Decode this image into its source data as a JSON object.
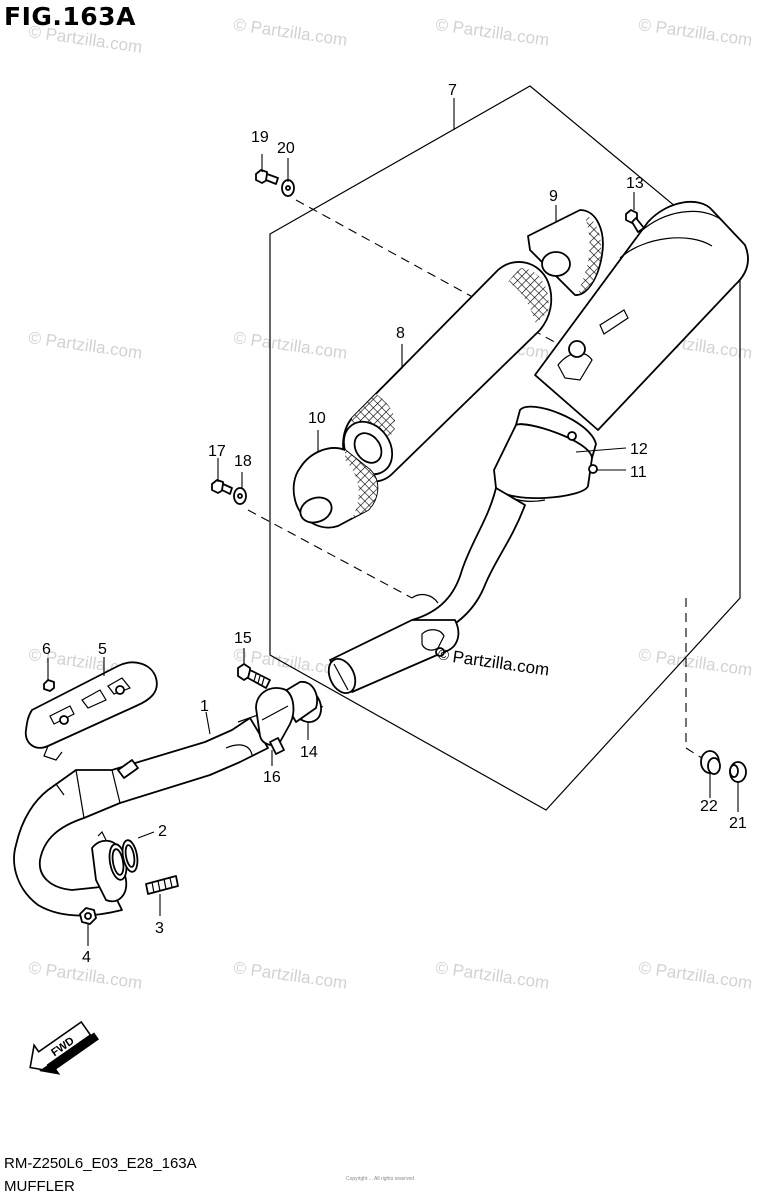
{
  "header": {
    "figure": "FIG.163A"
  },
  "footer": {
    "code": "RM-Z250L6_E03_E28_163A",
    "name": "MUFFLER",
    "copyright": "Copyright ... All rights reserved"
  },
  "watermark": {
    "text": "© Partzilla.com",
    "color": "#d2d2d2"
  },
  "inline_brand": "Partzilla.com",
  "callouts": {
    "c1": "1",
    "c2": "2",
    "c3": "3",
    "c4": "4",
    "c5": "5",
    "c6": "6",
    "c7": "7",
    "c8": "8",
    "c9": "9",
    "c10": "10",
    "c11": "11",
    "c12": "12",
    "c13": "13",
    "c14": "14",
    "c15": "15",
    "c16": "16",
    "c17": "17",
    "c18": "18",
    "c19": "19",
    "c20": "20",
    "c21": "21",
    "c22": "22"
  },
  "fwd_arrow": {
    "label": "FWD"
  }
}
